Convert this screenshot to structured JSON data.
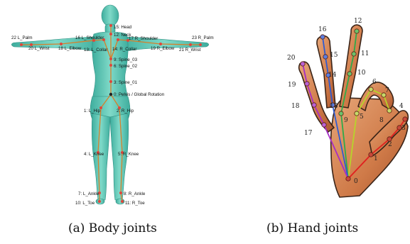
{
  "captions": {
    "body": "(a) Body joints",
    "hand": "(b) Hand joints"
  },
  "body_joint_labels": {
    "head": "15: Head",
    "neck": "12: Neck",
    "l_shoulder": "16 L_Shoulder",
    "r_shoulder": "17 R_Shoulder",
    "l_palm": "22 L_Palm",
    "r_palm": "23 R_Palm",
    "l_wrist": "20 L_Wrist",
    "r_wrist": "21 R_Wrist",
    "l_elbow": "18 L_Elbow",
    "r_elbow": "19 R_Elbow",
    "l_collar": "13: L_Collar",
    "r_collar": "14: R_Collar",
    "spine3": "9: Spine_03",
    "spine2": "6: Spine_02",
    "spine1": "3: Spine_01",
    "pelvis": "0: Pelvis / Global Rotation",
    "l_hip": "1: L_Hip",
    "r_hip": "2: R_Hip",
    "l_knee": "4: L_Knee",
    "r_knee": "5: R_Knee",
    "l_ankle": "7: L_Ankle",
    "r_ankle": "8: R_Ankle",
    "l_toe": "10: L_Toe",
    "r_toe": "11: R_Toe"
  },
  "hand_joint_labels": [
    "0",
    "1",
    "2",
    "3",
    "4",
    "5",
    "6",
    "7",
    "8",
    "9",
    "10",
    "11",
    "12",
    "13",
    "14",
    "15",
    "16",
    "17",
    "18",
    "19",
    "20"
  ],
  "colors": {
    "body_skin": "#5fc4b4",
    "body_skin_dark": "#3a9d8e",
    "skeleton": "#d6802a",
    "joint": "#e0463c",
    "hand_skin": "#d98a5a",
    "hand_outline": "#3a2418",
    "thumb": "#e02020",
    "index": "#b7d42a",
    "middle": "#2faa4a",
    "ring": "#2f5bd0",
    "pinky": "#a52ec4"
  }
}
